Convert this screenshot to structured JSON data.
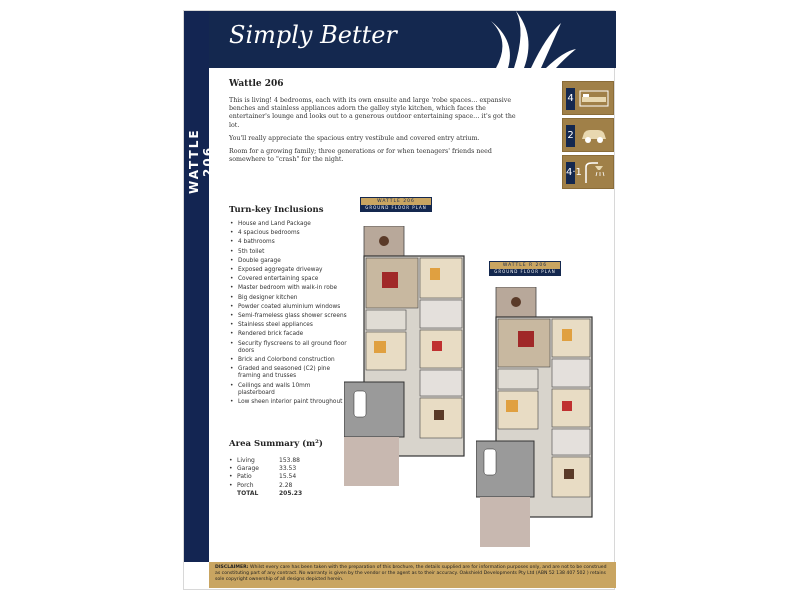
{
  "sidebar": {
    "title": "WATTLE 206"
  },
  "banner": {
    "title": "Simply Better"
  },
  "features": [
    {
      "num": "4",
      "icon": "bed-icon"
    },
    {
      "num": "2",
      "icon": "car-icon"
    },
    {
      "num": "4·1",
      "icon": "shower-icon"
    }
  ],
  "content": {
    "title": "Wattle 206",
    "paragraphs": [
      "This is living!  4 bedrooms, each with its own ensuite and large 'robe spaces… expansive benches and stainless appliances adorn the galley style kitchen, which faces the entertainer's lounge and looks out to a generous outdoor entertaining space… it's got the lot.",
      "You'll really appreciate the spacious entry vestibule and covered entry atrium.",
      "Room for a growing family; three generations or for when teenagers' friends need somewhere to \"crash\" for the night."
    ]
  },
  "inclusions": {
    "heading": "Turn-key Inclusions",
    "items": [
      "House and Land Package",
      "4 spacious bedrooms",
      "4 bathrooms",
      "5th toilet",
      "Double garage",
      "Exposed aggregate driveway",
      "Covered entertaining space",
      "Master bedroom with walk-in robe",
      "Big designer kitchen",
      "Powder coated aluminium windows",
      "Semi-frameless glass shower screens",
      "Stainless steel appliances",
      "Rendered brick facade",
      "Security flyscreens to all ground floor doors",
      "Brick and Colorbond construction",
      "Graded and seasoned (C2) pine framing and trusses",
      "Ceilings and walls 10mm plasterboard",
      "Low sheen interior paint throughout"
    ]
  },
  "area": {
    "heading": "Area Summary (m²)",
    "rows": [
      {
        "label": "Living",
        "value": "153.88"
      },
      {
        "label": "Garage",
        "value": "33.53"
      },
      {
        "label": "Patio",
        "value": "15.54"
      },
      {
        "label": "Porch",
        "value": "2.28"
      }
    ],
    "total_label": "TOTAL",
    "total_value": "205.23"
  },
  "plans": [
    {
      "top": "WATTLE 206",
      "bottom": "GROUND FLOOR PLAN"
    },
    {
      "top": "WATTLE R 206",
      "bottom": "GROUND FLOOR PLAN"
    }
  ],
  "disclaimer": {
    "label": "DISCLAIMER:",
    "text": "Whilst every care has been taken with the preparation of this brochure, the details supplied are for information purposes only, and are not to be construed as constituting part of any contract.  No warranty is given by the vendor or the agent as to their accuracy.  Oakshield Developments Pty Ltd (ABN 52 138 407 502 ) retains sole copyright ownership of all designs depicted herein."
  },
  "colors": {
    "navy": "#132552",
    "gold": "#c9a561",
    "bronze": "#a08048"
  }
}
